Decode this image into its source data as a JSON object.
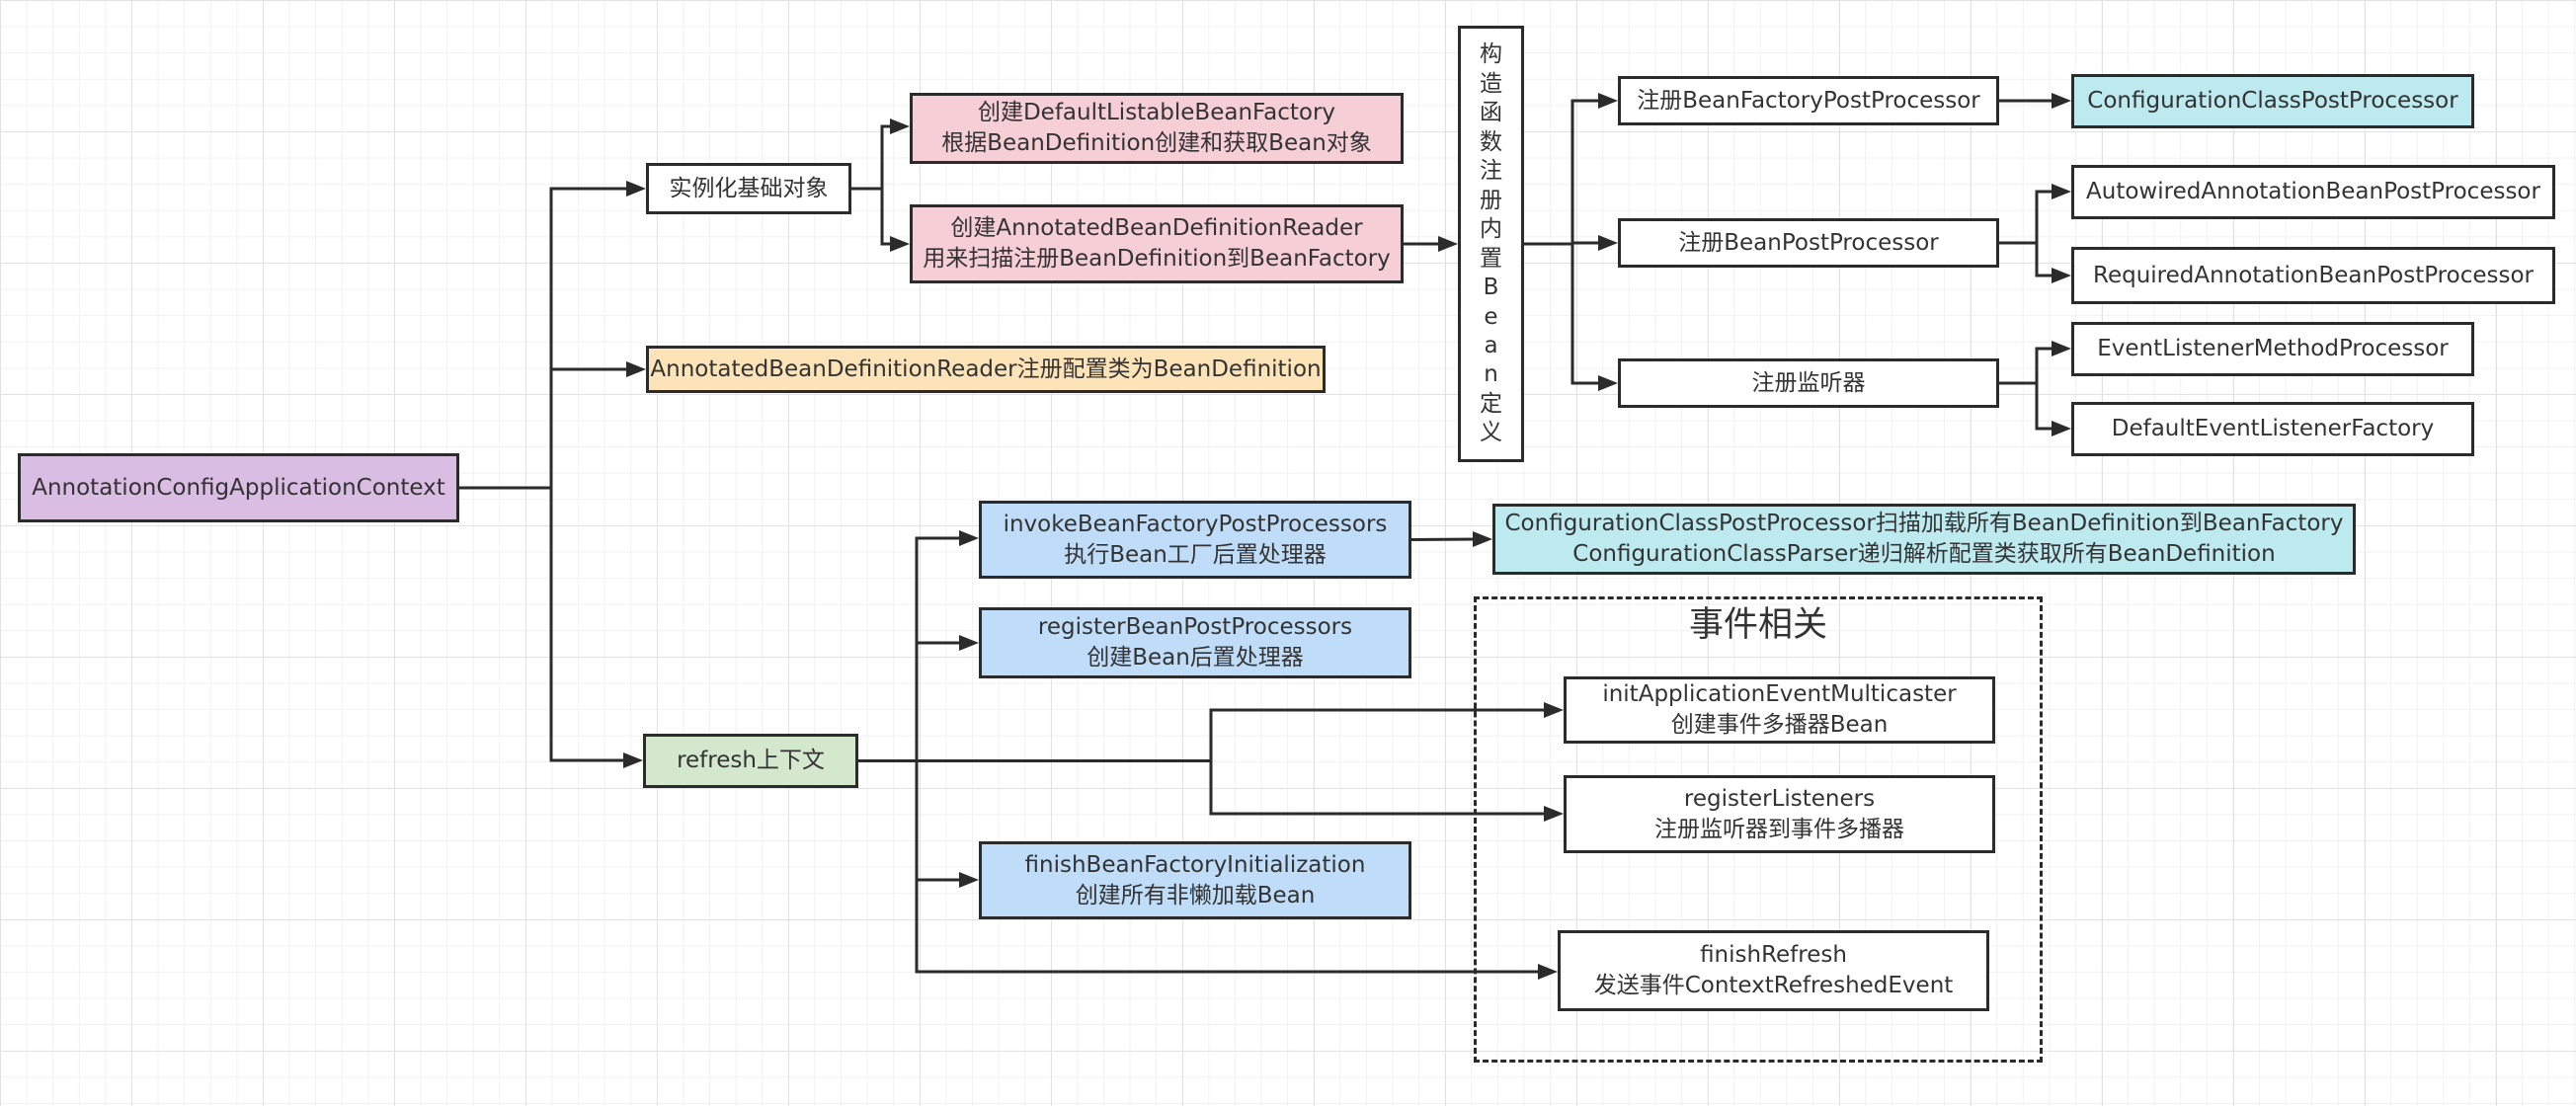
{
  "colors": {
    "purple": "#d9bde3",
    "pink": "#f5ced6",
    "orange": "#fde3b8",
    "green": "#d3e8cd",
    "blue": "#bfddf8",
    "cyan": "#bdeaee",
    "white": "#ffffff",
    "line": "#2b2b2b"
  },
  "nodes": {
    "root": {
      "lines": [
        "AnnotationConfigApplicationContext"
      ],
      "fill": "purple"
    },
    "instantiate": {
      "lines": [
        "实例化基础对象"
      ],
      "fill": "white"
    },
    "create_factory": {
      "lines": [
        "创建DefaultListableBeanFactory",
        "根据BeanDefinition创建和获取Bean对象"
      ],
      "fill": "pink"
    },
    "create_reader": {
      "lines": [
        "创建AnnotatedBeanDefinitionReader",
        "用来扫描注册BeanDefinition到BeanFactory"
      ],
      "fill": "pink"
    },
    "constructor": {
      "chars": [
        "构",
        "造",
        "函",
        "数",
        "注",
        "册",
        "内",
        "置",
        "B",
        "e",
        "a",
        "n",
        "定",
        "义"
      ],
      "fill": "white"
    },
    "reg_bfpp": {
      "lines": [
        "注册BeanFactoryPostProcessor"
      ],
      "fill": "white"
    },
    "ccpp": {
      "lines": [
        "ConfigurationClassPostProcessor"
      ],
      "fill": "cyan"
    },
    "reg_bpp": {
      "lines": [
        "注册BeanPostProcessor"
      ],
      "fill": "white"
    },
    "autowired": {
      "lines": [
        "AutowiredAnnotationBeanPostProcessor"
      ],
      "fill": "white"
    },
    "required": {
      "lines": [
        "RequiredAnnotationBeanPostProcessor"
      ],
      "fill": "white"
    },
    "reg_listener": {
      "lines": [
        "注册监听器"
      ],
      "fill": "white"
    },
    "elmp": {
      "lines": [
        "EventListenerMethodProcessor"
      ],
      "fill": "white"
    },
    "delf": {
      "lines": [
        "DefaultEventListenerFactory"
      ],
      "fill": "white"
    },
    "reader_register": {
      "lines": [
        "AnnotatedBeanDefinitionReader注册配置类为BeanDefinition"
      ],
      "fill": "orange"
    },
    "refresh": {
      "lines": [
        "refresh上下文"
      ],
      "fill": "green"
    },
    "invoke_bfpp": {
      "lines": [
        "invokeBeanFactoryPostProcessors",
        "执行Bean工厂后置处理器"
      ],
      "fill": "blue"
    },
    "ccpp_scan": {
      "lines": [
        "ConfigurationClassPostProcessor扫描加载所有BeanDefinition到BeanFactory",
        "ConfigurationClassParser递归解析配置类获取所有BeanDefinition"
      ],
      "fill": "cyan"
    },
    "register_bpp": {
      "lines": [
        "registerBeanPostProcessors",
        "创建Bean后置处理器"
      ],
      "fill": "blue"
    },
    "init_multicaster": {
      "lines": [
        "initApplicationEventMulticaster",
        "创建事件多播器Bean"
      ],
      "fill": "white"
    },
    "register_listeners": {
      "lines": [
        "registerListeners",
        "注册监听器到事件多播器"
      ],
      "fill": "white"
    },
    "finish_init": {
      "lines": [
        "finishBeanFactoryInitialization",
        "创建所有非懒加载Bean"
      ],
      "fill": "blue"
    },
    "finish_refresh": {
      "lines": [
        "finishRefresh",
        "发送事件ContextRefreshedEvent"
      ],
      "fill": "white"
    }
  },
  "group": {
    "title": "事件相关"
  },
  "edges": [
    [
      "root",
      "instantiate"
    ],
    [
      "root",
      "reader_register"
    ],
    [
      "root",
      "refresh"
    ],
    [
      "instantiate",
      "create_factory"
    ],
    [
      "instantiate",
      "create_reader"
    ],
    [
      "create_reader",
      "constructor"
    ],
    [
      "constructor",
      "reg_bfpp"
    ],
    [
      "constructor",
      "reg_bpp"
    ],
    [
      "constructor",
      "reg_listener"
    ],
    [
      "reg_bfpp",
      "ccpp"
    ],
    [
      "reg_bpp",
      "autowired"
    ],
    [
      "reg_bpp",
      "required"
    ],
    [
      "reg_listener",
      "elmp"
    ],
    [
      "reg_listener",
      "delf"
    ],
    [
      "refresh",
      "invoke_bfpp"
    ],
    [
      "refresh",
      "register_bpp"
    ],
    [
      "refresh",
      "init_multicaster"
    ],
    [
      "refresh",
      "register_listeners"
    ],
    [
      "refresh",
      "finish_init"
    ],
    [
      "refresh",
      "finish_refresh"
    ],
    [
      "invoke_bfpp",
      "ccpp_scan"
    ]
  ]
}
